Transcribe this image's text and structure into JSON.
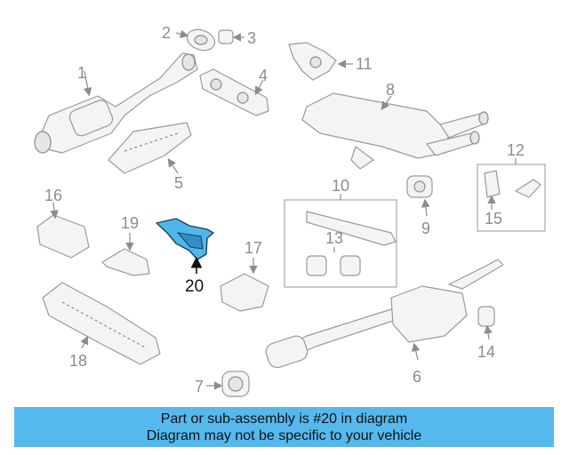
{
  "diagram": {
    "callouts": [
      "1",
      "2",
      "3",
      "4",
      "5",
      "6",
      "7",
      "8",
      "9",
      "10",
      "11",
      "12",
      "13",
      "14",
      "15",
      "16",
      "17",
      "18",
      "19",
      "20"
    ],
    "highlighted_part": "20",
    "highlight_color": "#4fb8ea",
    "arrow_color": "#8c8c8c"
  },
  "banner": {
    "line1": "Part or sub-assembly is #20 in diagram",
    "line2": "Diagram may not be specific to your vehicle",
    "background": "#55b9ee"
  }
}
